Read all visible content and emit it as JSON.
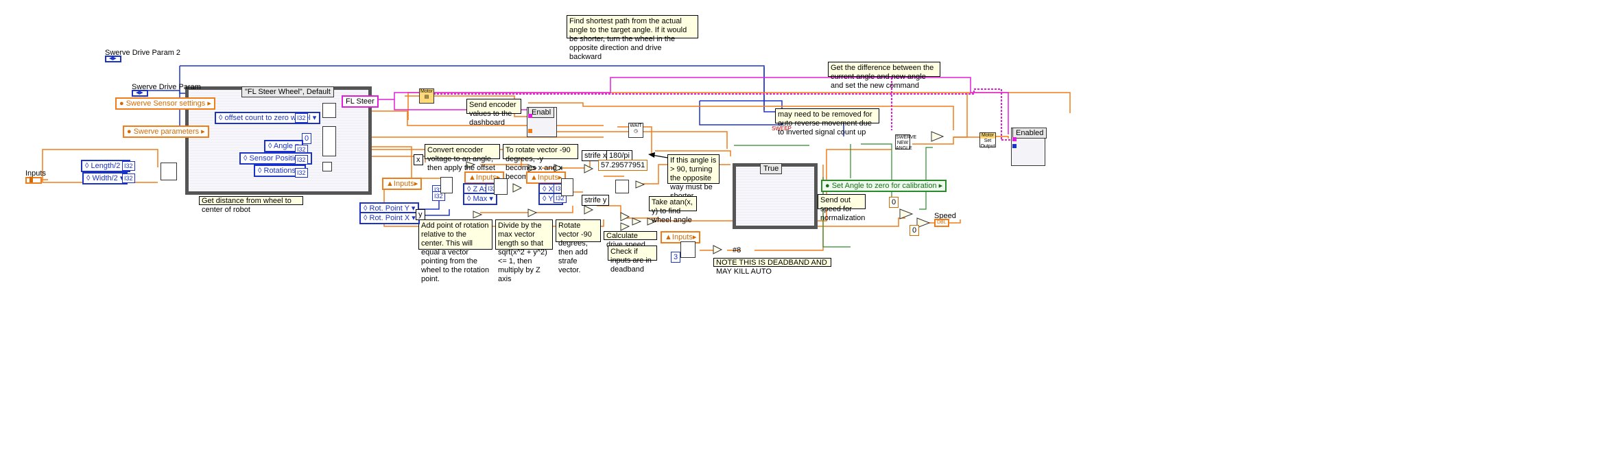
{
  "notes": {
    "shortest_path": "Find shortest path from the actual angle to the target angle. If it would be shorter, turn the wheel in the opposite direction and drive backward",
    "get_difference": "Get the difference between the current  angle and new angle and set the new command",
    "may_need_removed": "may need to be removed for auto reverse movement due to inverted signal count up",
    "send_encoder": "Send encoder values to the dashboard",
    "convert_encoder": "Convert encoder voltage to an angle, then apply the offset",
    "rotate_vector": "To rotate vector -90 degrees, -y becomes x and x becomes y",
    "angle_gt_90": "If this angle is > 90, turning the opposite way must be shorter.",
    "take_atan": "Take atan(x, y) to find wheel angle",
    "send_speed": "Send out speed for normalization",
    "calc_drive": "Calculate drive speed",
    "check_deadband": "Check if inputs are in deadband",
    "deadband_warning": "NOTE THIS IS DEADBAND AND MAY KILL AUTO",
    "distance_center": "Get distance from wheel to center of robot",
    "add_point": "Add point of rotation relative to the center. This will equal a vector pointing from the wheel to the rotation point.",
    "divide_max": "Divide by the max vector length so that sqrt(x^2 + y^2) <= 1, then multiply by Z axis",
    "rotate_add": "Rotate vector -90 degrees, then add strafe vector."
  },
  "controls": {
    "swerve_param2_label": "Swerve Drive Param 2",
    "swerve_param_label": "Swerve Drive Param",
    "swerve_sensor_settings": "Swerve Sensor settings",
    "swerve_parameters": "Swerve parameters",
    "offset_count": "offset count to zero wheel",
    "angle": "Angle",
    "sensor_position": "Sensor Position",
    "rotations": "Rotations",
    "length_half": "Length/2",
    "width_half": "Width/2",
    "inputs_label": "Inputs",
    "rot_point_y": "Rot. Point Y",
    "rot_point_x": "Rot. Point X",
    "fl_steer": "FL Steer",
    "z_axis": "Z Axis",
    "max": "Max",
    "x_sel": "X",
    "y_sel": "Y",
    "set_angle_zero": "Set Angle to zero for calibration",
    "speed_label": "Speed",
    "inputs_tag": "Inputs",
    "enabled": "Enabled",
    "enabl": "Enabl",
    "true_case": "True",
    "fl_case": "\"FL Steer Wheel\", Default"
  },
  "constants": {
    "zero_top": "0",
    "strife_x": "strife x",
    "strife_y": "strife y",
    "x_label": "x",
    "y_label": "y",
    "pi_expr": "180/pi",
    "pi_value": "57.29577951",
    "zero_a": "0",
    "zero_b": "0",
    "three": "3",
    "hex_8": "#8"
  },
  "terms": {
    "i32": "I32",
    "dbl": "DBL"
  },
  "icons": {
    "motor_a": "Motor",
    "motor_b": "Motor",
    "set_output": "Set Output",
    "swerve_angle": "SWERVE NEW ANGLE",
    "wait_icon": "WAIT",
    "sweep_icon": "SWEEP"
  },
  "colors": {
    "wire_blue": "#1b32c8",
    "wire_orange": "#f07d19",
    "wire_pink": "#e01ed8",
    "wire_green": "#2a8a2a",
    "note_bg": "#ffffe1"
  }
}
